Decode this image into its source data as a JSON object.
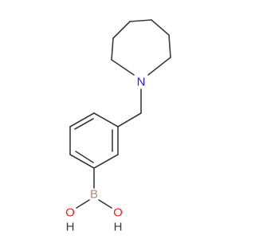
{
  "molecule": {
    "atoms": {
      "nitrogen": "N",
      "boron": "B",
      "oxygen_left": "O",
      "hydrogen_left": "H",
      "oxygen_right": "O",
      "hydrogen_right": "H"
    },
    "colors": {
      "bond": "#3a3a3a",
      "nitrogen": "#1a1aff",
      "boron": "#b5897a",
      "oxygen": "#ff1a1a",
      "hydrogen": "#3a3a3a"
    }
  }
}
